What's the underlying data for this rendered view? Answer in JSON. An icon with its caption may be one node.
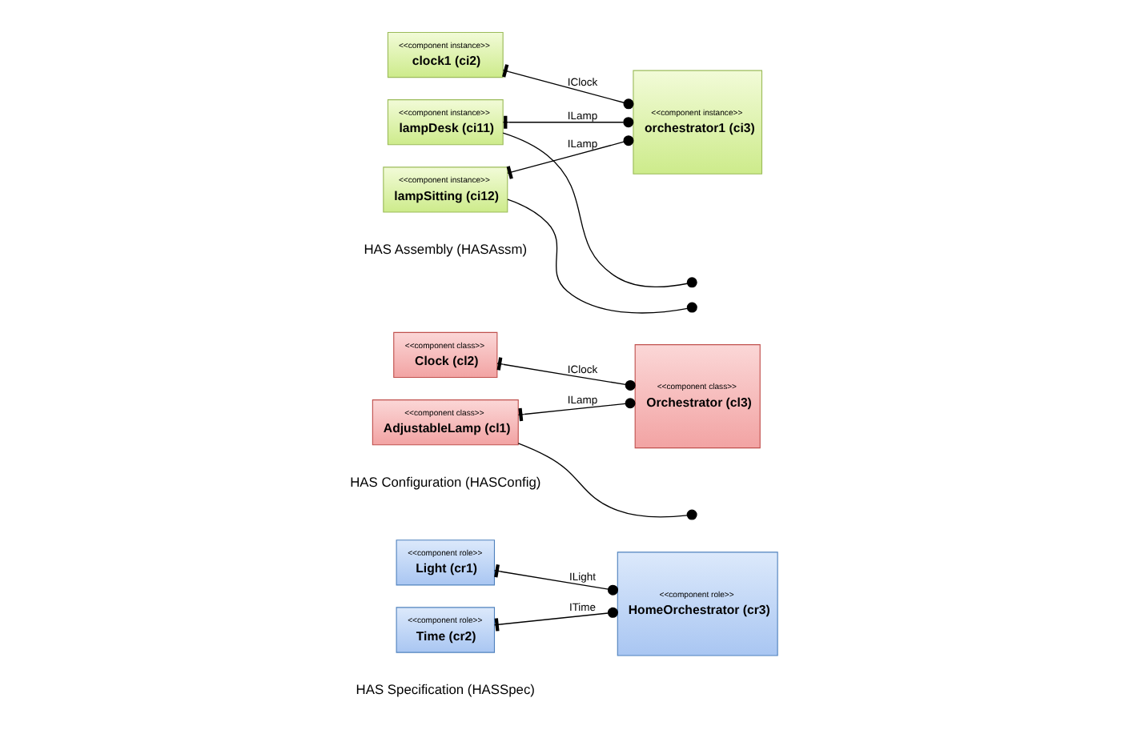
{
  "diagram": {
    "nodes": [
      {
        "text": [
          "<<component role>>",
          "Light (cr1)"
        ]
      },
      {
        "text": [
          "<<component role>>",
          "Time (cr2)"
        ]
      },
      {
        "text": [
          "<<component role>>",
          "HomeOrchestrator (cr3)"
        ]
      },
      {
        "text": [
          "<<component class>>",
          "Orchestrator (cl3)"
        ]
      },
      {
        "text": [
          "<<component class>>",
          "AdjustableLamp (cl1)"
        ]
      },
      {
        "text": [
          "<<component class>>",
          "Clock (cl2)"
        ]
      },
      {
        "text": [
          "<<component instance>>",
          "lampDesk (ci11)"
        ]
      },
      {
        "text": [
          "<<component instance>>",
          "lampSitting (ci12)"
        ]
      },
      {
        "text": [
          "<<component instance>>",
          "orchestrator1 (ci3)"
        ]
      },
      {
        "text": [
          "<<component instance>>",
          "clock1 (ci2)"
        ]
      }
    ],
    "edges": [
      {
        "from": 0,
        "to": 2,
        "arrow": "other",
        "label": "ILight"
      },
      {
        "from": 1,
        "to": 2,
        "arrow": "other",
        "label": "ITime"
      },
      {
        "from": 4,
        "to": 3,
        "arrow": "other",
        "label": "ILamp"
      },
      {
        "from": 4,
        "to": null,
        "arrow": "other"
      },
      {
        "from": 5,
        "to": 3,
        "arrow": "other",
        "label": "IClock"
      },
      {
        "from": 6,
        "to": 8,
        "arrow": "other",
        "label": "ILamp"
      },
      {
        "from": 6,
        "to": null,
        "arrow": "other"
      },
      {
        "from": 7,
        "to": 8,
        "arrow": "other",
        "label": "ILamp"
      },
      {
        "from": 7,
        "to": null,
        "arrow": "other"
      },
      {
        "from": 9,
        "to": 8,
        "arrow": "other",
        "label": "IClock"
      }
    ],
    "labels": [
      "HAS Specification (HASSpec)",
      "HAS Configuration (HASConfig)",
      "HAS Assembly (HASAssm)"
    ]
  }
}
